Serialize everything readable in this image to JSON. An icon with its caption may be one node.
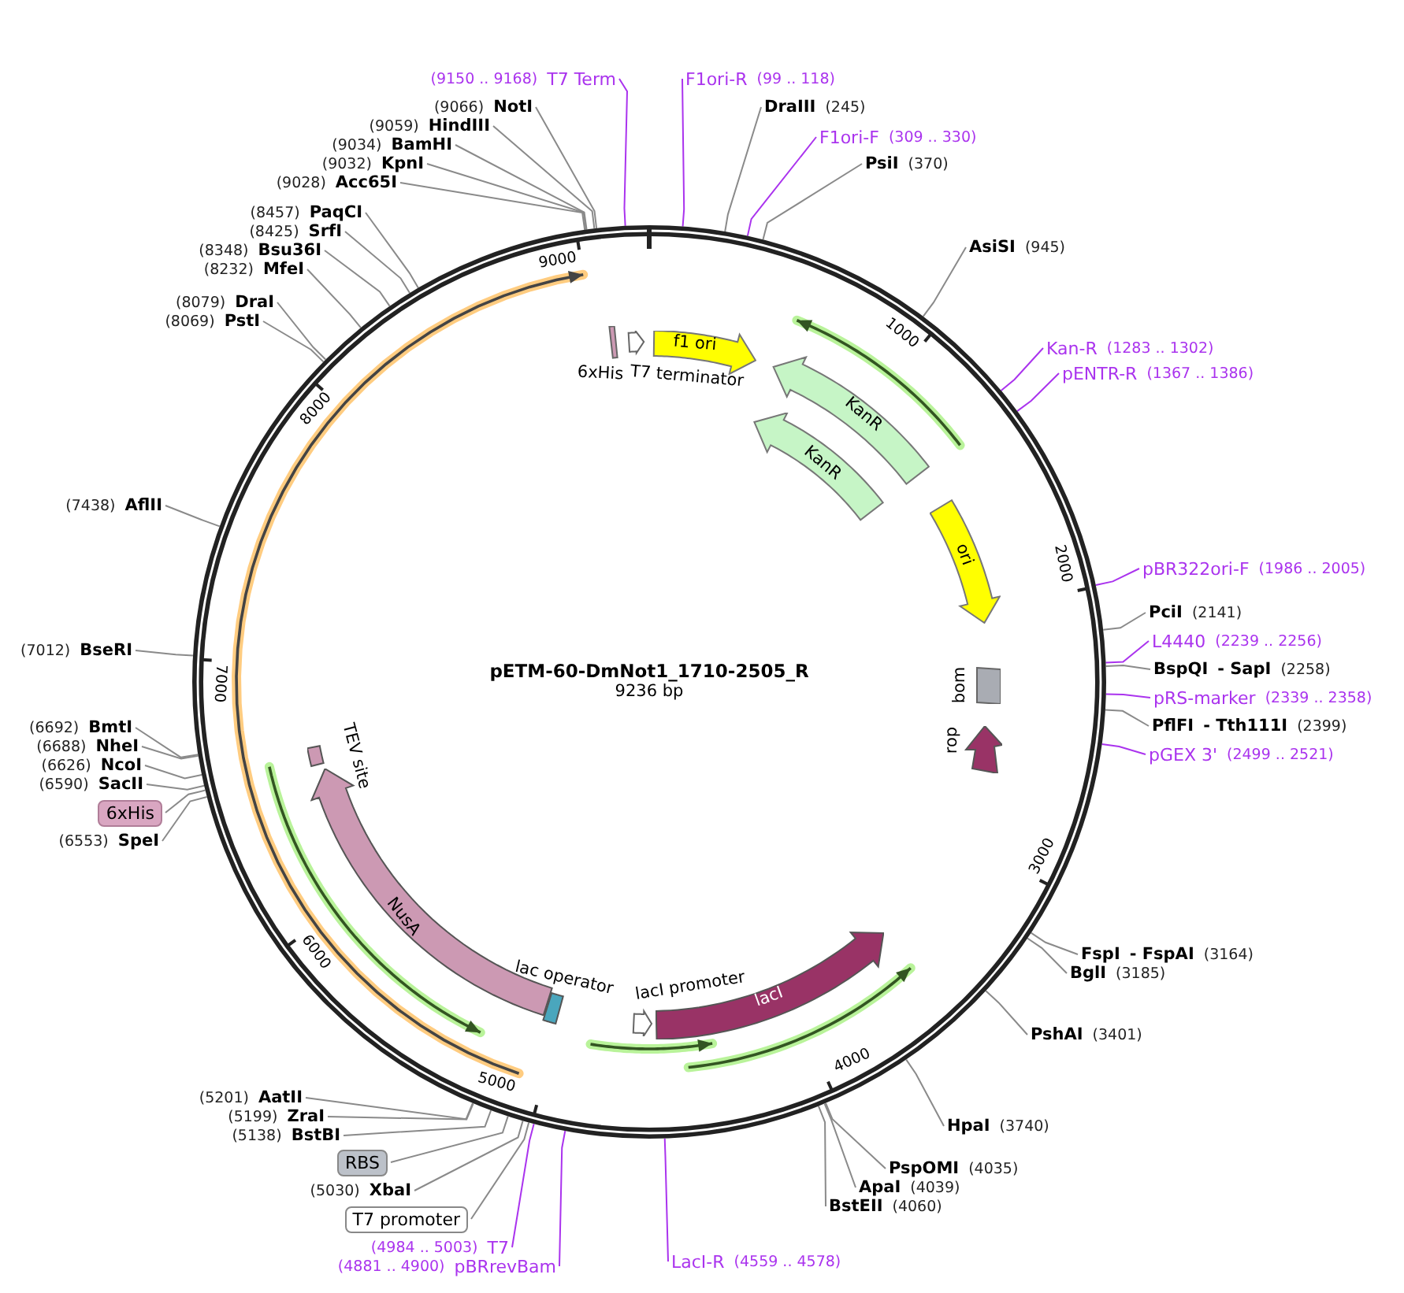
{
  "diagram": {
    "nodes": [
      {
        "text": [
          "pETM-60-DmNot1_1710-2505_R",
          "9236 bp"
        ]
      },
      {
        "text": [
          "(9150 .. 9168)",
          "T7 Term"
        ]
      },
      {
        "text": [
          "(9066)",
          "NotI"
        ]
      },
      {
        "text": [
          "(9059)",
          "HindIII"
        ]
      },
      {
        "text": [
          "(9034)",
          "BamHI"
        ]
      },
      {
        "text": [
          "(9032)",
          "KpnI"
        ]
      },
      {
        "text": [
          "(9028)",
          "Acc65I"
        ]
      },
      {
        "text": [
          "(8457)",
          "PaqCI"
        ]
      },
      {
        "text": [
          "(8425)",
          "SrfI"
        ]
      },
      {
        "text": [
          "(8348)",
          "Bsu36I"
        ]
      },
      {
        "text": [
          "(8232)",
          "MfeI"
        ]
      },
      {
        "text": [
          "(8079)",
          "DraI"
        ]
      },
      {
        "text": [
          "(8069)",
          "PstI"
        ]
      },
      {
        "text": [
          "(7438)",
          "AflII"
        ]
      },
      {
        "text": [
          "(7012)",
          "BseRI"
        ]
      },
      {
        "text": [
          "(6692)",
          "BmtI"
        ]
      },
      {
        "text": [
          "(6688)",
          "NheI"
        ]
      },
      {
        "text": [
          "(6626)",
          "NcoI"
        ]
      },
      {
        "text": [
          "(6590)",
          "SacII"
        ]
      },
      {
        "text": [
          "6xHis"
        ]
      },
      {
        "text": [
          "(6553)",
          "SpeI"
        ]
      },
      {
        "text": [
          "(5201)",
          "AatII"
        ]
      },
      {
        "text": [
          "(5199)",
          "ZraI"
        ]
      },
      {
        "text": [
          "(5138)",
          "BstBI"
        ]
      },
      {
        "text": [
          "RBS"
        ]
      },
      {
        "text": [
          "(5030)",
          "XbaI"
        ]
      },
      {
        "text": [
          "T7 promoter"
        ]
      },
      {
        "text": [
          "(4984 .. 5003)",
          "T7"
        ]
      },
      {
        "text": [
          "(4881 .. 4900)",
          "pBRrevBam"
        ]
      },
      {
        "text": [
          "LacI-R",
          "(4559 .. 4578)"
        ]
      },
      {
        "text": [
          "BstEII",
          "(4060)"
        ]
      },
      {
        "text": [
          "ApaI",
          "(4039)"
        ]
      },
      {
        "text": [
          "PspOMI",
          "(4035)"
        ]
      },
      {
        "text": [
          "HpaI",
          "(3740)"
        ]
      },
      {
        "text": [
          "PshAI",
          "(3401)"
        ]
      },
      {
        "text": [
          "BglI",
          "(3185)"
        ]
      },
      {
        "text": [
          "FspI",
          "- FspAI",
          "(3164)"
        ]
      },
      {
        "text": [
          "pGEX 3'",
          "(2499 .. 2521)"
        ]
      },
      {
        "text": [
          "PflFI",
          "- Tth111I",
          "(2399)"
        ]
      },
      {
        "text": [
          "pRS-marker",
          "(2339 .. 2358)"
        ]
      },
      {
        "text": [
          "BspQI",
          "- SapI",
          "(2258)"
        ]
      },
      {
        "text": [
          "L4440",
          "(2239 .. 2256)"
        ]
      },
      {
        "text": [
          "PciI",
          "(2141)"
        ]
      },
      {
        "text": [
          "pBR322ori-F",
          "(1986 .. 2005)"
        ]
      },
      {
        "text": [
          "pENTR-R",
          "(1367 .. 1386)"
        ]
      },
      {
        "text": [
          "Kan-R",
          "(1283 .. 1302)"
        ]
      },
      {
        "text": [
          "AsiSI",
          "(945)"
        ]
      },
      {
        "text": [
          "PsiI",
          "(370)"
        ]
      },
      {
        "text": [
          "F1ori-F",
          "(309 .. 330)"
        ]
      },
      {
        "text": [
          "DraIII",
          "(245)"
        ]
      },
      {
        "text": [
          "F1ori-R",
          "(99 .. 118)"
        ]
      },
      {
        "text": [
          "f1 ori"
        ],
        "in": 0
      },
      {
        "text": [
          "T7 terminator"
        ],
        "in": 0
      },
      {
        "text": [
          "6xHis"
        ],
        "in": 0
      },
      {
        "text": [
          "KanR"
        ],
        "in": 0
      },
      {
        "text": [
          "KanR"
        ],
        "in": 0
      },
      {
        "text": [
          "ori"
        ],
        "in": 0
      },
      {
        "text": [
          "bom"
        ],
        "in": 0
      },
      {
        "text": [
          "rop"
        ],
        "in": 0
      },
      {
        "text": [
          "lacI promoter"
        ],
        "in": 0
      },
      {
        "text": [
          "lacI"
        ],
        "in": 0
      },
      {
        "text": [
          "lac operator"
        ],
        "in": 0
      },
      {
        "text": [
          "NusA"
        ],
        "in": 0
      },
      {
        "text": [
          "TEV site"
        ],
        "in": 0
      }
    ],
    "edges": [
      {
        "from": 1,
        "to": 0,
        "arrow": "none",
        "color": "#aa33ee"
      },
      {
        "from": 2,
        "to": 0,
        "arrow": "none"
      },
      {
        "from": 3,
        "to": 0,
        "arrow": "none"
      },
      {
        "from": 4,
        "to": 0,
        "arrow": "none"
      },
      {
        "from": 5,
        "to": 0,
        "arrow": "none"
      },
      {
        "from": 6,
        "to": 0,
        "arrow": "none"
      },
      {
        "from": 7,
        "to": 0,
        "arrow": "none"
      },
      {
        "from": 8,
        "to": 0,
        "arrow": "none"
      },
      {
        "from": 9,
        "to": 0,
        "arrow": "none"
      },
      {
        "from": 10,
        "to": 0,
        "arrow": "none"
      },
      {
        "from": 11,
        "to": 0,
        "arrow": "none"
      },
      {
        "from": 12,
        "to": 0,
        "arrow": "none"
      },
      {
        "from": 13,
        "to": 0,
        "arrow": "none"
      },
      {
        "from": 14,
        "to": 0,
        "arrow": "none"
      },
      {
        "from": 15,
        "to": 0,
        "arrow": "none"
      },
      {
        "from": 16,
        "to": 0,
        "arrow": "none"
      },
      {
        "from": 17,
        "to": 0,
        "arrow": "none"
      },
      {
        "from": 18,
        "to": 0,
        "arrow": "none"
      },
      {
        "from": 19,
        "to": 0,
        "arrow": "none"
      },
      {
        "from": 20,
        "to": 0,
        "arrow": "none"
      },
      {
        "from": 21,
        "to": 0,
        "arrow": "none"
      },
      {
        "from": 22,
        "to": 0,
        "arrow": "none"
      },
      {
        "from": 23,
        "to": 0,
        "arrow": "none"
      },
      {
        "from": 24,
        "to": 0,
        "arrow": "none"
      },
      {
        "from": 25,
        "to": 0,
        "arrow": "none"
      },
      {
        "from": 26,
        "to": 0,
        "arrow": "none"
      },
      {
        "from": 27,
        "to": 0,
        "arrow": "none",
        "color": "#aa33ee"
      },
      {
        "from": 28,
        "to": 0,
        "arrow": "none",
        "color": "#aa33ee"
      },
      {
        "from": 29,
        "to": 0,
        "arrow": "none",
        "color": "#aa33ee"
      },
      {
        "from": 30,
        "to": 0,
        "arrow": "none"
      },
      {
        "from": 31,
        "to": 0,
        "arrow": "none"
      },
      {
        "from": 32,
        "to": 0,
        "arrow": "none"
      },
      {
        "from": 33,
        "to": 0,
        "arrow": "none"
      },
      {
        "from": 34,
        "to": 0,
        "arrow": "none"
      },
      {
        "from": 35,
        "to": 0,
        "arrow": "none"
      },
      {
        "from": 36,
        "to": 0,
        "arrow": "none"
      },
      {
        "from": 37,
        "to": 0,
        "arrow": "none",
        "color": "#aa33ee"
      },
      {
        "from": 38,
        "to": 0,
        "arrow": "none"
      },
      {
        "from": 39,
        "to": 0,
        "arrow": "none",
        "color": "#aa33ee"
      },
      {
        "from": 40,
        "to": 0,
        "arrow": "none"
      },
      {
        "from": 41,
        "to": 0,
        "arrow": "none",
        "color": "#aa33ee"
      },
      {
        "from": 42,
        "to": 0,
        "arrow": "none"
      },
      {
        "from": 43,
        "to": 0,
        "arrow": "none",
        "color": "#aa33ee"
      },
      {
        "from": 44,
        "to": 0,
        "arrow": "none",
        "color": "#aa33ee"
      },
      {
        "from": 45,
        "to": 0,
        "arrow": "none",
        "color": "#aa33ee"
      },
      {
        "from": 46,
        "to": 0,
        "arrow": "none"
      },
      {
        "from": 47,
        "to": 0,
        "arrow": "none"
      },
      {
        "from": 48,
        "to": 0,
        "arrow": "none",
        "color": "#aa33ee"
      },
      {
        "from": 49,
        "to": 0,
        "arrow": "none"
      },
      {
        "from": 50,
        "to": 0,
        "arrow": "none",
        "color": "#aa33ee"
      }
    ],
    "labels": [
      "1000",
      "2000",
      "3000",
      "4000",
      "5000",
      "6000",
      "7000",
      "8000",
      "9000"
    ]
  }
}
